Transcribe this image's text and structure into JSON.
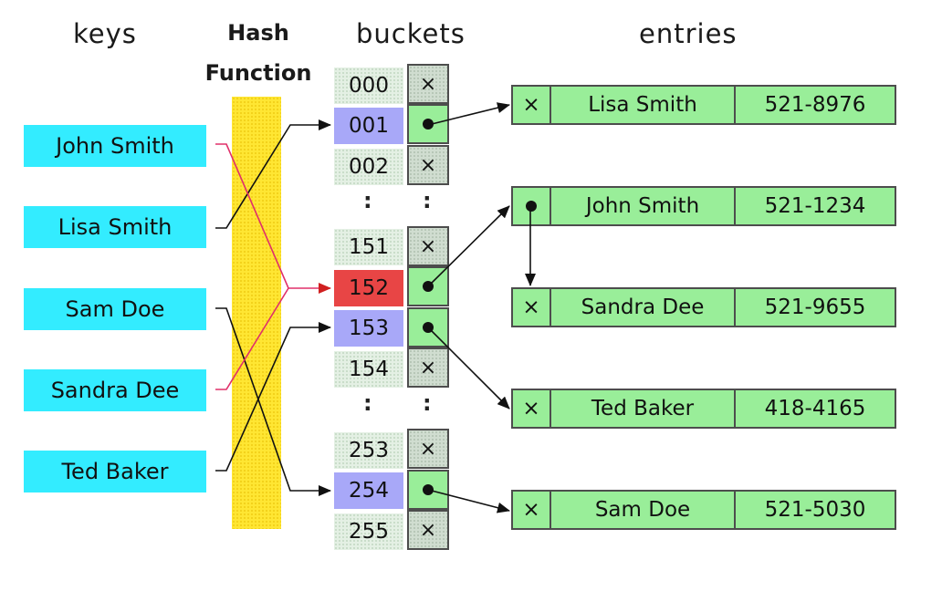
{
  "headers": {
    "keys": "keys",
    "hash_line1": "Hash",
    "hash_line2": "Function",
    "buckets": "buckets",
    "entries": "entries"
  },
  "keys": [
    "John Smith",
    "Lisa Smith",
    "Sam Doe",
    "Sandra Dee",
    "Ted Baker"
  ],
  "buckets": [
    {
      "index": "000",
      "state": "empty",
      "pointer": "×"
    },
    {
      "index": "001",
      "state": "occupied",
      "pointer": "●"
    },
    {
      "index": "002",
      "state": "empty",
      "pointer": "×"
    },
    {
      "index": ":",
      "state": "ellipsis",
      "pointer": ":"
    },
    {
      "index": "151",
      "state": "empty",
      "pointer": "×"
    },
    {
      "index": "152",
      "state": "collision",
      "pointer": "●"
    },
    {
      "index": "153",
      "state": "occupied",
      "pointer": "●"
    },
    {
      "index": "154",
      "state": "empty",
      "pointer": "×"
    },
    {
      "index": ":",
      "state": "ellipsis",
      "pointer": ":"
    },
    {
      "index": "253",
      "state": "empty",
      "pointer": "×"
    },
    {
      "index": "254",
      "state": "occupied",
      "pointer": "●"
    },
    {
      "index": "255",
      "state": "empty",
      "pointer": "×"
    }
  ],
  "entries": [
    {
      "next": "×",
      "name": "Lisa Smith",
      "phone": "521-8976"
    },
    {
      "next": "●",
      "name": "John Smith",
      "phone": "521-1234"
    },
    {
      "next": "×",
      "name": "Sandra Dee",
      "phone": "521-9655"
    },
    {
      "next": "×",
      "name": "Ted Baker",
      "phone": "418-4165"
    },
    {
      "next": "×",
      "name": "Sam Doe",
      "phone": "521-5030"
    }
  ],
  "colors": {
    "key_fill": "#33ecff",
    "hash_fill": "#ffe633",
    "occupied_bucket": "#a8a8f8",
    "collision_bucket": "#e84545",
    "entry_fill": "#99ee99",
    "collision_wire": "#e0306a"
  }
}
